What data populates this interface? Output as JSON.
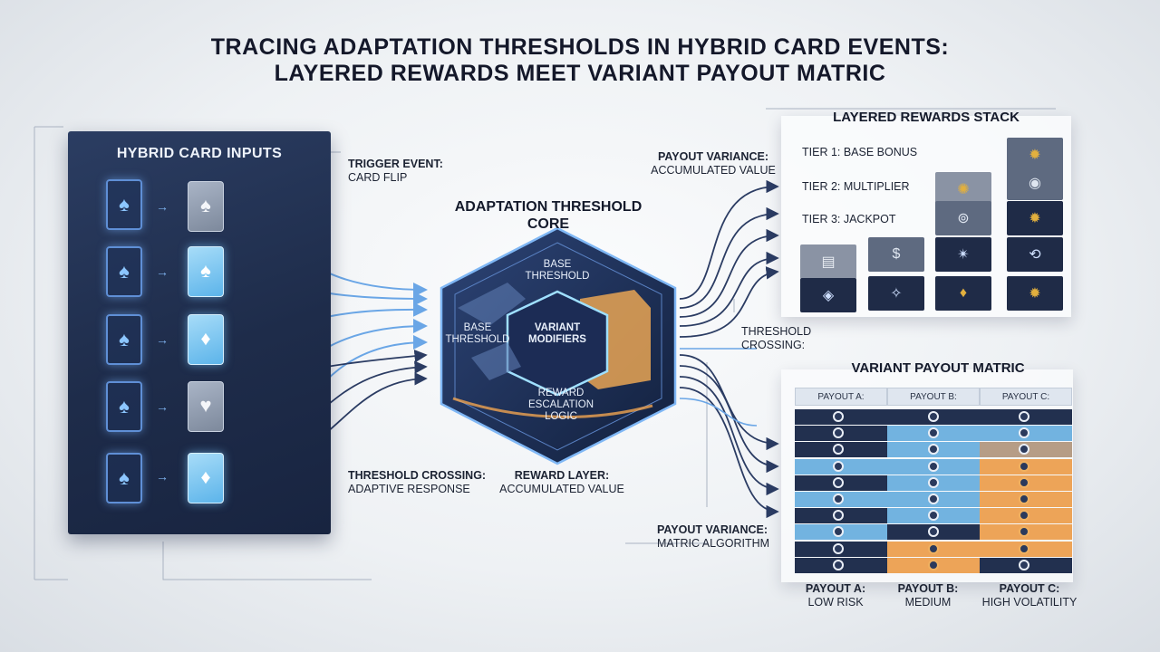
{
  "title": {
    "line1": "Tracing Adaptation Thresholds in Hybrid Card Events:",
    "line2": "Layered Rewards Meet Variant Payout Matric"
  },
  "inputs": {
    "title": "Hybrid Card Inputs",
    "rows": [
      {
        "suit": "♠",
        "card_style": "gray"
      },
      {
        "suit": "♠",
        "card_style": "blue"
      },
      {
        "suit": "♦",
        "card_style": "blue"
      },
      {
        "suit": "♥",
        "card_style": "gray"
      },
      {
        "suit": "♦",
        "card_style": "blue"
      }
    ]
  },
  "labels": {
    "trigger_title": "Trigger Event:",
    "trigger_sub": "Card Flip",
    "crossing_title": "Threshold Crossing:",
    "crossing_sub": "Adaptive Response",
    "reward_layer_title": "Reward Layer:",
    "reward_layer_sub": "Accumulated Value",
    "payout_var_top_title": "Payout Variance:",
    "payout_var_top_sub": "Accumulated Value",
    "threshold_crossing_right_1": "Threshold",
    "threshold_crossing_right_2": "Crossing:",
    "payout_var_bottom_title": "Payout Variance:",
    "payout_var_bottom_sub": "Matric Algorithm"
  },
  "core": {
    "title_line1": "Adaptation Threshold",
    "title_line2": "Core",
    "base_top_1": "Base",
    "base_top_2": "Threshold",
    "base_left_1": "Base",
    "base_left_2": "Threshold",
    "variant_1": "Variant",
    "variant_2": "Modifiers",
    "escalation_1": "Reward",
    "escalation_2": "Escalation",
    "escalation_3": "Logic"
  },
  "rewards": {
    "title": "Layered Rewards Stack",
    "tiers": [
      "Tier 1: Base Bonus",
      "Tier 2: Multiplier",
      "Tier 3: Jackpot"
    ]
  },
  "matrix": {
    "title": "Variant Payout Matric",
    "headers": [
      "Payout A:",
      "Payout B:",
      "Payout C:"
    ],
    "rows": [
      [
        "navy",
        "navy",
        "navy"
      ],
      [
        "navy",
        "lb",
        "lb"
      ],
      [
        "navy",
        "lb",
        "gray"
      ],
      [
        "lb",
        "lb",
        "or"
      ],
      [
        "navy",
        "lb",
        "or"
      ],
      [
        "lb",
        "lb",
        "or"
      ],
      [
        "navy",
        "lb",
        "or"
      ],
      [
        "lb",
        "navy",
        "or"
      ],
      [
        "navy",
        "or",
        "or"
      ],
      [
        "navy",
        "or",
        "navy"
      ]
    ],
    "footer": [
      {
        "title": "Payout A:",
        "sub": "Low Risk"
      },
      {
        "title": "Payout B:",
        "sub": "Medium"
      },
      {
        "title": "Payout C:",
        "sub": "High Volatility"
      }
    ]
  },
  "colors": {
    "navy": "#1e2c4a",
    "light_blue": "#72b3e0",
    "orange": "#eda458",
    "glow": "#7fd0ff"
  }
}
